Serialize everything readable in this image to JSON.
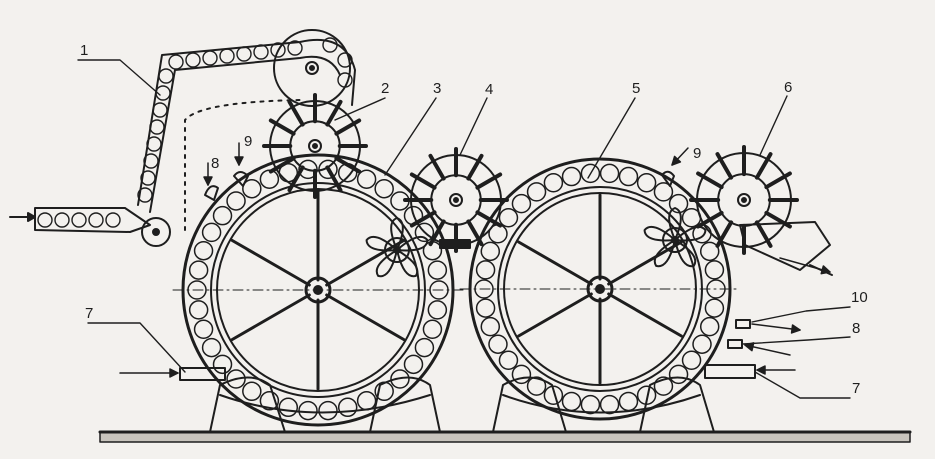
{
  "diagram": {
    "background": "#f3f1ee",
    "ink": "#1e1e1e",
    "callouts": [
      {
        "id": "c1",
        "label": "1"
      },
      {
        "id": "c2",
        "label": "2"
      },
      {
        "id": "c3",
        "label": "3"
      },
      {
        "id": "c4",
        "label": "4"
      },
      {
        "id": "c5",
        "label": "5"
      },
      {
        "id": "c6",
        "label": "6"
      },
      {
        "id": "c7a",
        "label": "7"
      },
      {
        "id": "c7b",
        "label": "7"
      },
      {
        "id": "c8a",
        "label": "8"
      },
      {
        "id": "c8b",
        "label": "8"
      },
      {
        "id": "c9a",
        "label": "9"
      },
      {
        "id": "c9b",
        "label": "9"
      },
      {
        "id": "c10",
        "label": "10"
      }
    ]
  }
}
